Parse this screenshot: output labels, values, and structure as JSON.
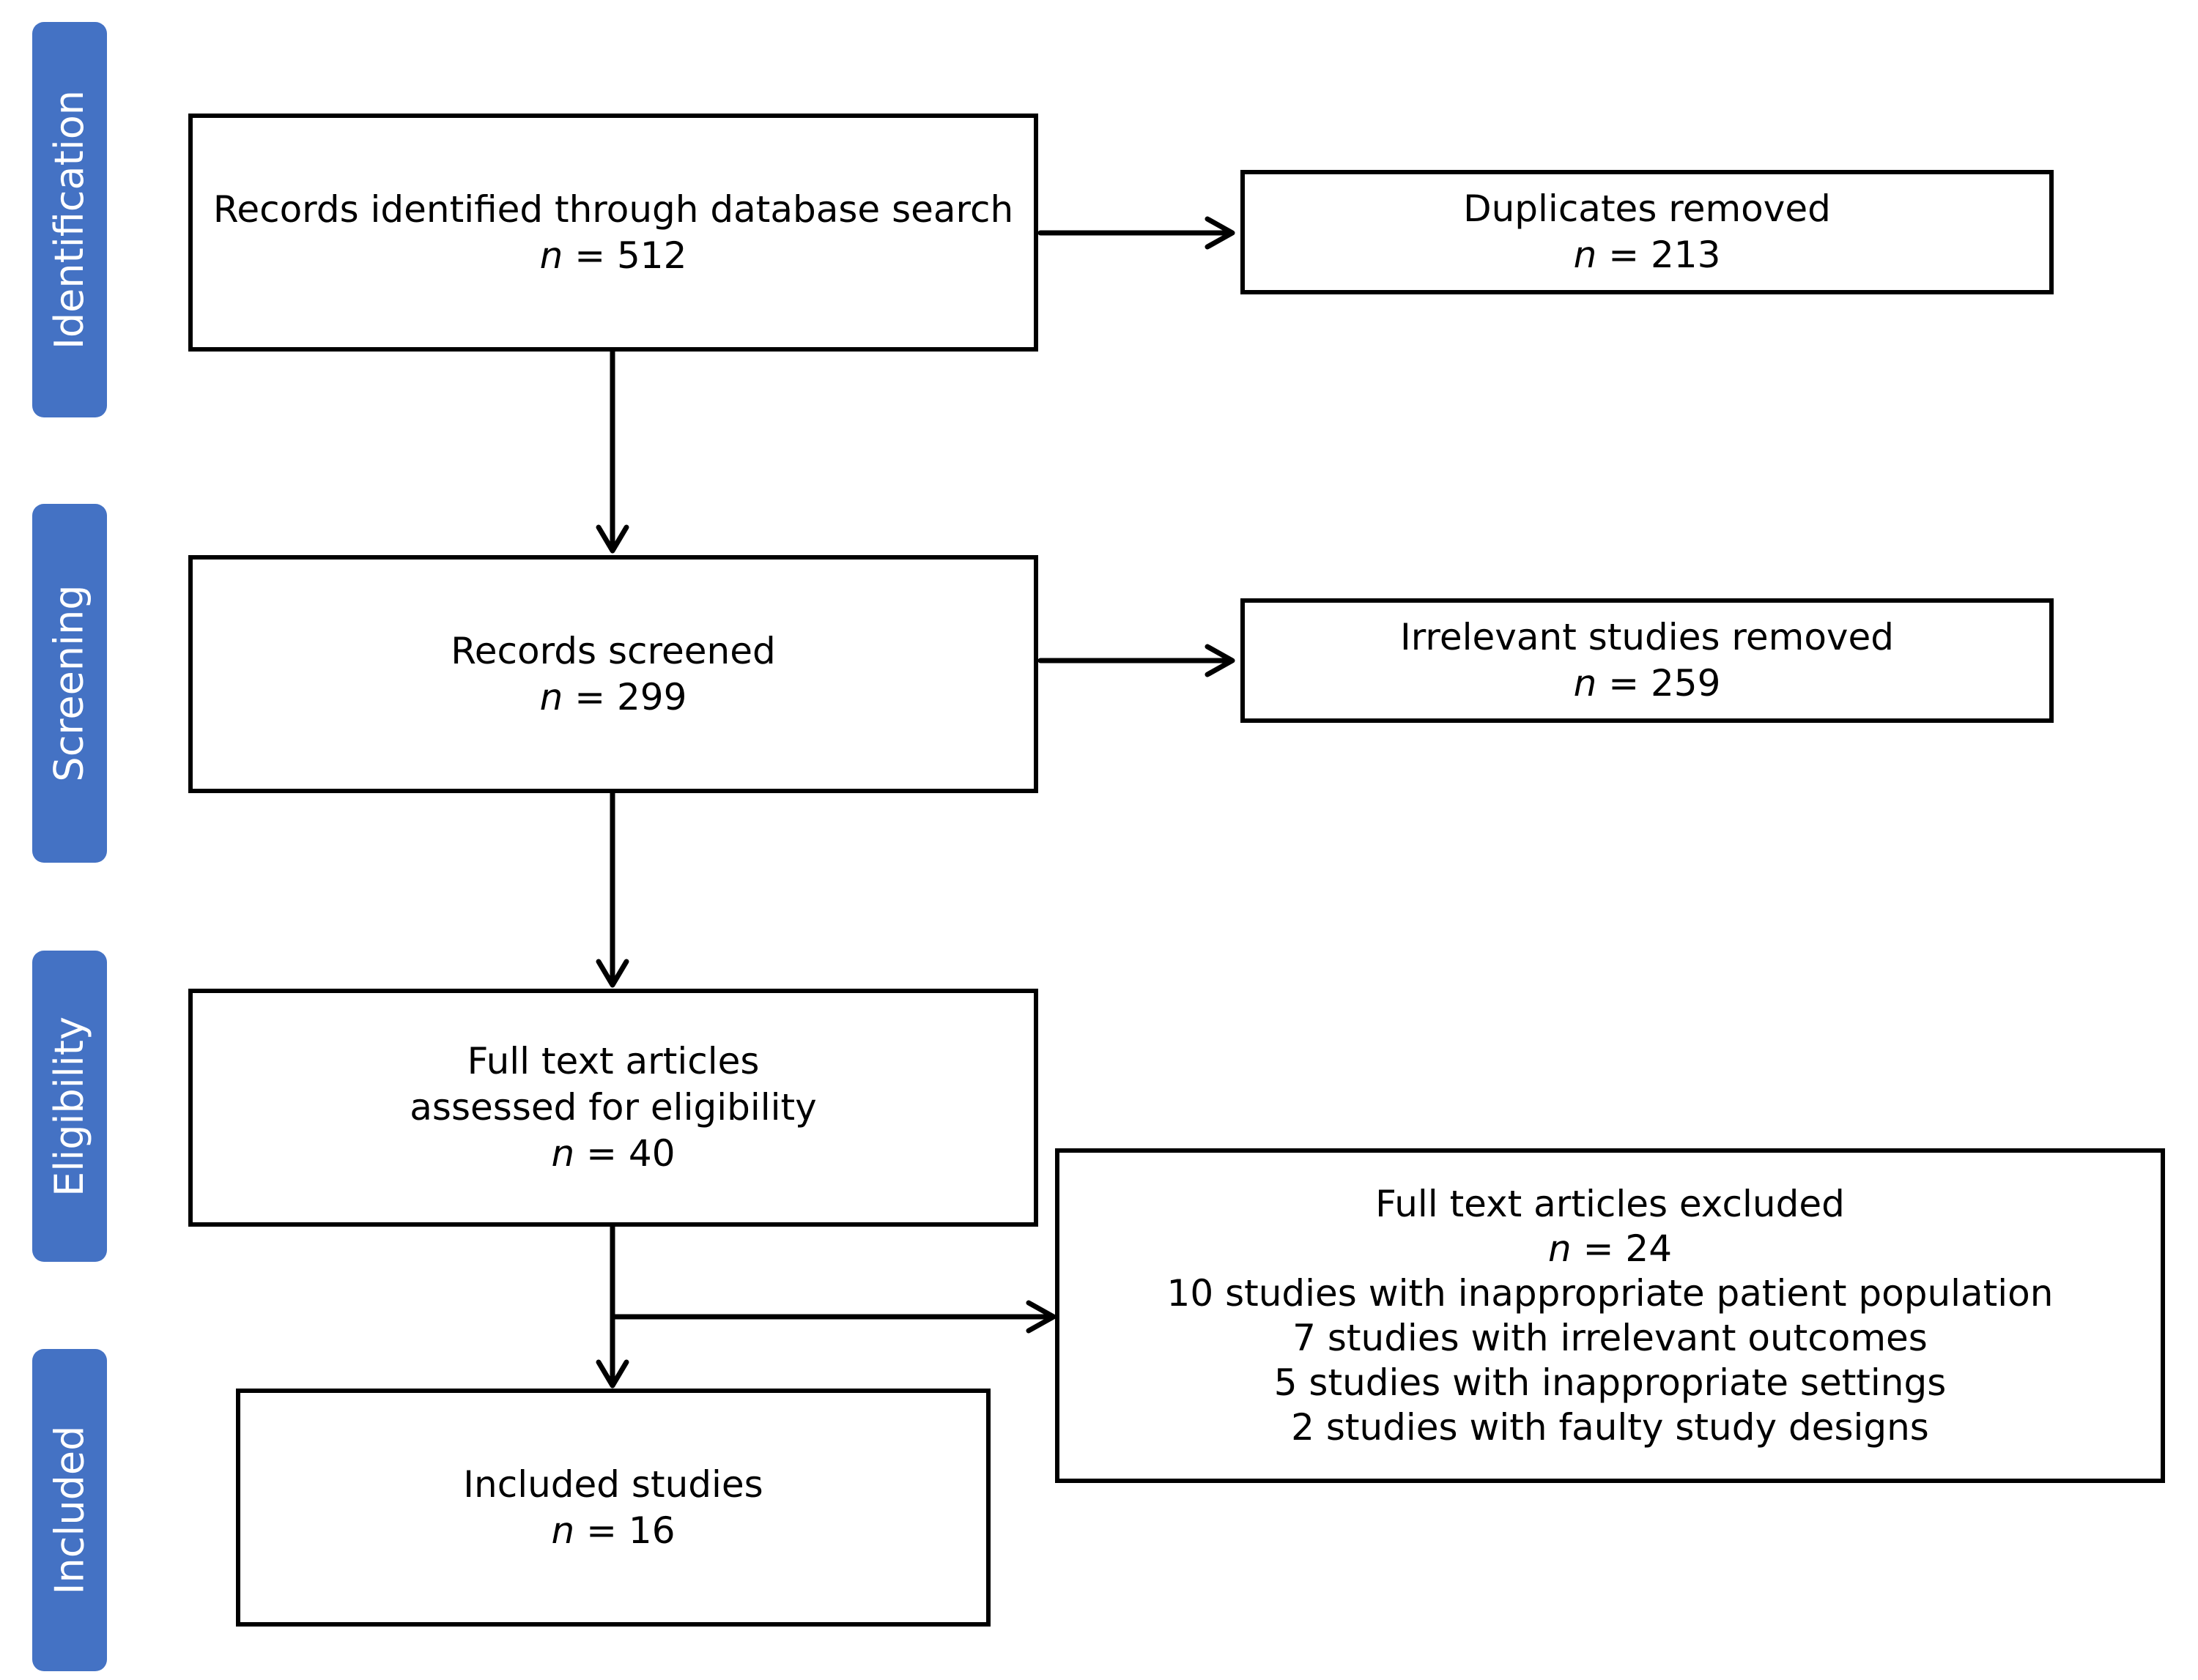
{
  "stages": {
    "identification": "Identification",
    "screening": "Screening",
    "eligibility": "Eligibility",
    "included": "Included"
  },
  "boxes": {
    "identified": {
      "label": "Records identified through database search",
      "n_symbol": "n",
      "n_value": "= 512"
    },
    "duplicates": {
      "label": "Duplicates removed",
      "n_symbol": "n",
      "n_value": "= 213"
    },
    "screened": {
      "label": "Records screened",
      "n_symbol": "n",
      "n_value": "= 299"
    },
    "irrelevant": {
      "label": "Irrelevant studies removed",
      "n_symbol": "n",
      "n_value": "= 259"
    },
    "fulltext": {
      "label_line1": "Full text articles",
      "label_line2": "assessed for eligibility",
      "n_symbol": "n",
      "n_value": "= 40"
    },
    "excluded": {
      "label": "Full text articles excluded",
      "n_symbol": "n",
      "n_value": "= 24",
      "reasons": [
        "10 studies with inappropriate patient population",
        "7 studies with irrelevant outcomes",
        "5 studies with inappropriate settings",
        "2 studies with faulty study designs"
      ]
    },
    "included": {
      "label": "Included studies",
      "n_symbol": "n",
      "n_value": "= 16"
    }
  },
  "colors": {
    "stage_fill": "#4472c4",
    "stage_text": "#ffffff",
    "box_border": "#000000",
    "arrow": "#000000"
  }
}
